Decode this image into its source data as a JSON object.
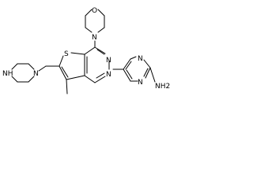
{
  "molecule": {
    "atoms": {
      "morpholine_o": "O",
      "morpholine_n": "N",
      "thiophene_s": "S",
      "pyrimidine_n_top": "N",
      "pyrimidine_n_bottom": "N",
      "aminopyrimidine_n_top": "N",
      "aminopyrimidine_n_bottom": "N",
      "amine": "NH2",
      "piperazine_n_left": "N",
      "piperazine_nh": "NH"
    }
  },
  "colors": {
    "bond": "#000000",
    "label": "#000000",
    "background": "#ffffff"
  }
}
